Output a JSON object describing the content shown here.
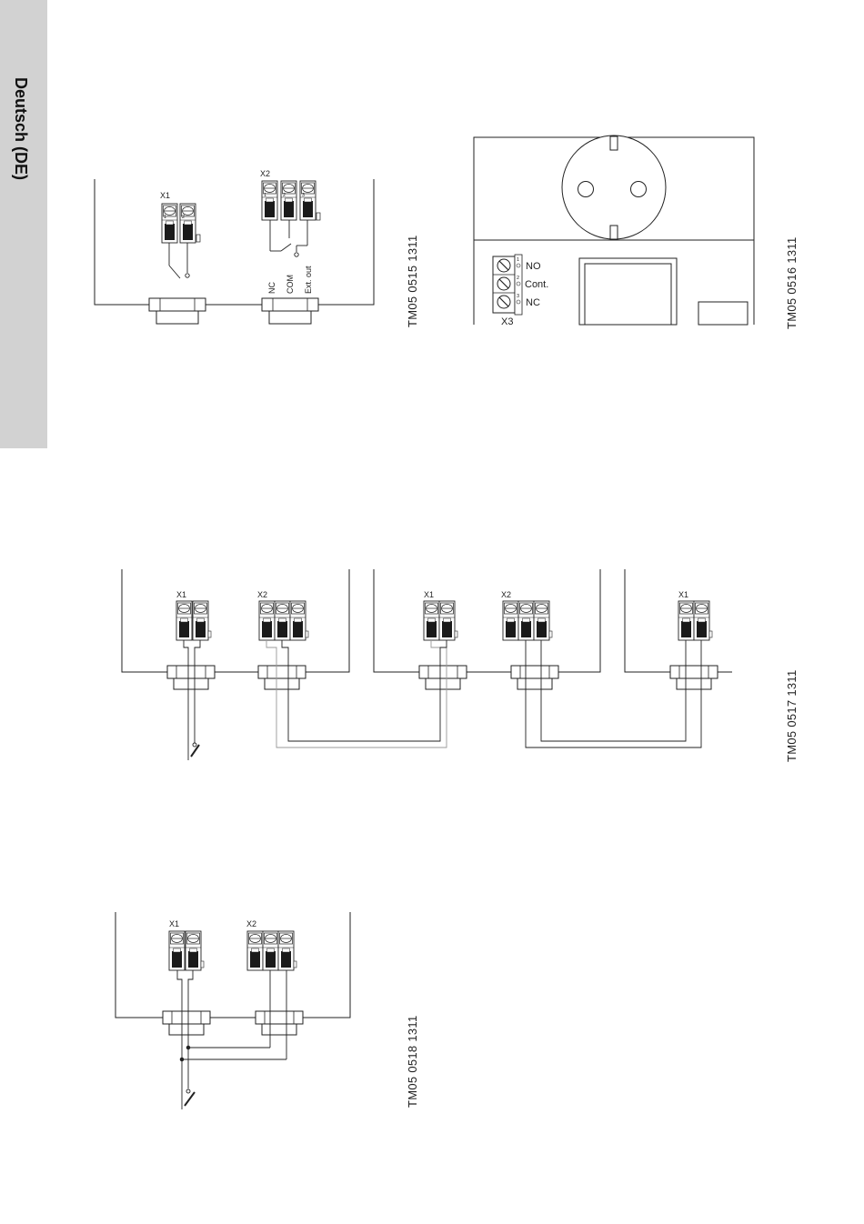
{
  "sidebar": {
    "language_label": "Deutsch (DE)"
  },
  "figures": [
    {
      "code": "TM05 0515 1311",
      "terminals": [
        "X1",
        "X2"
      ],
      "pins_x1": [
        "1",
        "2"
      ],
      "pins_x2": [
        "1",
        "2",
        "3"
      ],
      "x2_labels": [
        "NC",
        "COM",
        "Ext. out"
      ]
    },
    {
      "code": "TM05 0516 1311",
      "terminal": "X3",
      "pins": [
        "1",
        "2",
        "3"
      ],
      "labels": [
        "NO",
        "Cont.",
        "NC"
      ]
    },
    {
      "code": "TM05 0517 1311",
      "units": [
        {
          "terminals": [
            "X1",
            "X2"
          ]
        },
        {
          "terminals": [
            "X1",
            "X2"
          ]
        },
        {
          "terminals": [
            "X1"
          ]
        }
      ]
    },
    {
      "code": "TM05 0518 1311",
      "terminals": [
        "X1",
        "X2"
      ]
    }
  ]
}
